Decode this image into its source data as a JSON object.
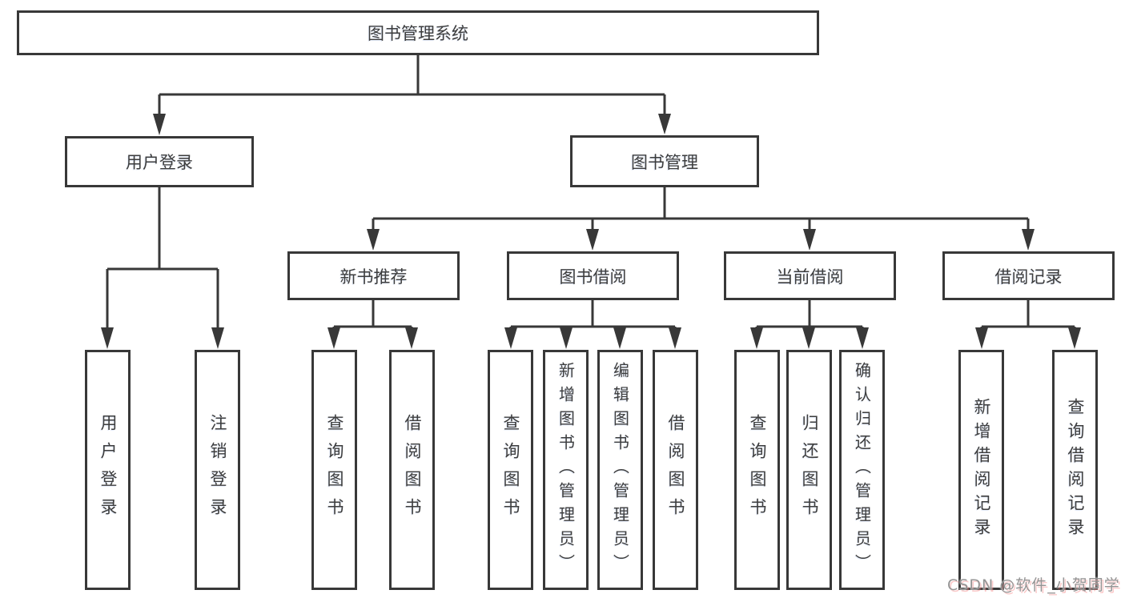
{
  "diagram": {
    "watermark": "CSDN @软件_小贺同学",
    "colors": {
      "line": "#383838",
      "box_border": "#383838",
      "text": "#3d3d3d",
      "watermark_text": "#949494",
      "background": "#ffffff"
    },
    "tree": {
      "label": "图书管理系统",
      "children": [
        {
          "label": "用户登录",
          "children": [
            {
              "label": "用户登录"
            },
            {
              "label": "注销登录"
            }
          ]
        },
        {
          "label": "图书管理",
          "children": [
            {
              "label": "新书推荐",
              "children": [
                {
                  "label": "查询图书"
                },
                {
                  "label": "借阅图书"
                }
              ]
            },
            {
              "label": "图书借阅",
              "children": [
                {
                  "label": "查询图书"
                },
                {
                  "label": "新增图书（管理员）"
                },
                {
                  "label": "编辑图书（管理员）"
                },
                {
                  "label": "借阅图书"
                }
              ]
            },
            {
              "label": "当前借阅",
              "children": [
                {
                  "label": "查询图书"
                },
                {
                  "label": "归还图书"
                },
                {
                  "label": "确认归还（管理员）"
                }
              ]
            },
            {
              "label": "借阅记录",
              "children": [
                {
                  "label": "新增借阅记录"
                },
                {
                  "label": "查询借阅记录"
                }
              ]
            }
          ]
        }
      ]
    }
  }
}
